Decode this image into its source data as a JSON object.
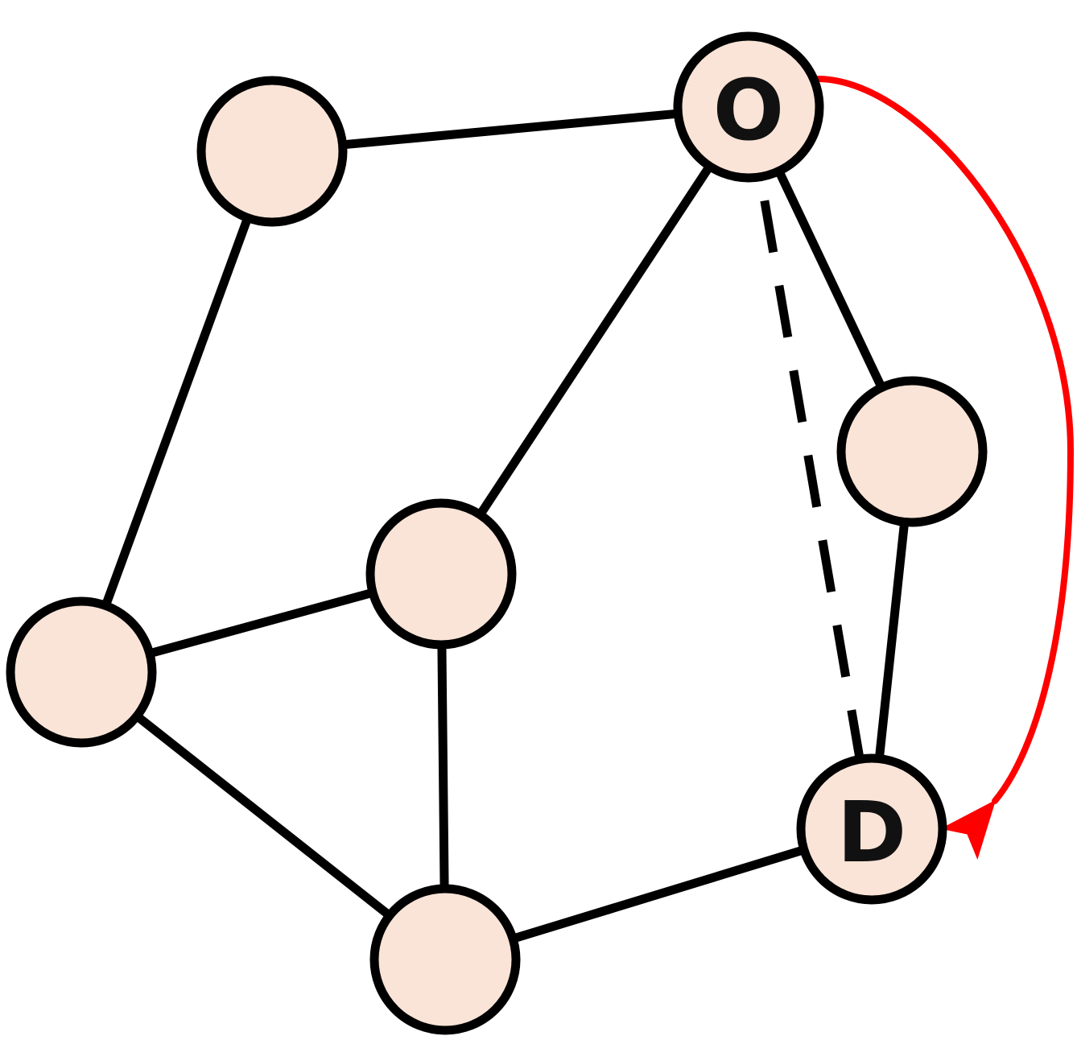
{
  "colors": {
    "node_fill": "#f9e4d7",
    "stroke": "#000000",
    "route": "#ff0000"
  },
  "nodes": [
    {
      "id": "n-top-left",
      "label": ""
    },
    {
      "id": "origin",
      "label": "O"
    },
    {
      "id": "n-right",
      "label": ""
    },
    {
      "id": "n-center",
      "label": ""
    },
    {
      "id": "n-left",
      "label": ""
    },
    {
      "id": "destination",
      "label": "D"
    },
    {
      "id": "n-bottom",
      "label": ""
    }
  ],
  "edges": [
    {
      "from": "n-top-left",
      "to": "origin",
      "style": "solid"
    },
    {
      "from": "n-top-left",
      "to": "n-left",
      "style": "solid"
    },
    {
      "from": "origin",
      "to": "n-center",
      "style": "solid"
    },
    {
      "from": "origin",
      "to": "n-right",
      "style": "solid"
    },
    {
      "from": "origin",
      "to": "destination",
      "style": "dashed"
    },
    {
      "from": "n-left",
      "to": "n-center",
      "style": "solid"
    },
    {
      "from": "n-center",
      "to": "n-bottom",
      "style": "solid"
    },
    {
      "from": "n-left",
      "to": "n-bottom",
      "style": "solid"
    },
    {
      "from": "n-bottom",
      "to": "destination",
      "style": "solid"
    },
    {
      "from": "n-right",
      "to": "destination",
      "style": "solid"
    }
  ],
  "route": {
    "from": "origin",
    "to": "destination",
    "style": "curved-arrow"
  }
}
